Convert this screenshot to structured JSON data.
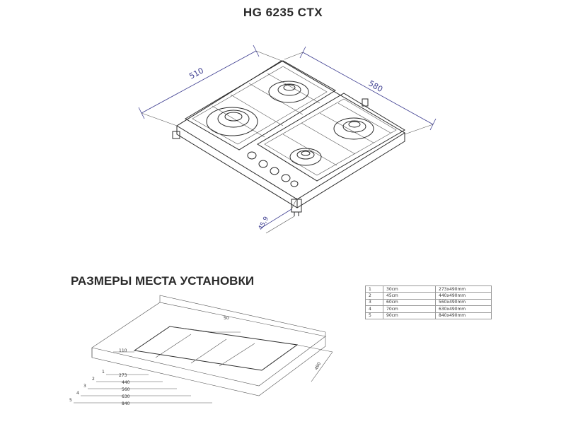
{
  "header": {
    "model": "HG 6235 CTX"
  },
  "hob_drawing": {
    "dim_width": "510",
    "dim_depth": "580",
    "dim_height": "45,9"
  },
  "install_section": {
    "title": "РАЗМЕРЫ МЕСТА УСТАНОВКИ",
    "dim_top": "50",
    "dim_side": "110",
    "dim_depth": "490",
    "row_labels": [
      "1",
      "2",
      "3",
      "4",
      "5"
    ],
    "widths": [
      "273",
      "440",
      "560",
      "630",
      "840"
    ]
  },
  "sizes_table": {
    "rows": [
      {
        "n": "1",
        "width": "30cm",
        "cutout": "273x490mm"
      },
      {
        "n": "2",
        "width": "45cm",
        "cutout": "440x490mm"
      },
      {
        "n": "3",
        "width": "60cm",
        "cutout": "560x490mm"
      },
      {
        "n": "4",
        "width": "70cm",
        "cutout": "630x490mm"
      },
      {
        "n": "5",
        "width": "90cm",
        "cutout": "840x490mm"
      }
    ]
  }
}
